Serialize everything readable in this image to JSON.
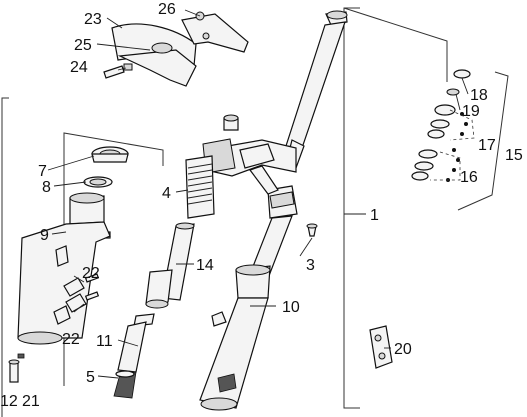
{
  "callouts": {
    "c1": "1",
    "c3": "3",
    "c4": "4",
    "c5": "5",
    "c7": "7",
    "c8": "8",
    "c9": "9",
    "c10": "10",
    "c11": "11",
    "c12": "12",
    "c14": "14",
    "c15": "15",
    "c16": "16",
    "c17": "17",
    "c18": "18",
    "c19": "19",
    "c20": "20",
    "c21": "21",
    "c22a": "22",
    "c22b": "22",
    "c23": "23",
    "c24": "24",
    "c25": "25",
    "c26": "26"
  }
}
